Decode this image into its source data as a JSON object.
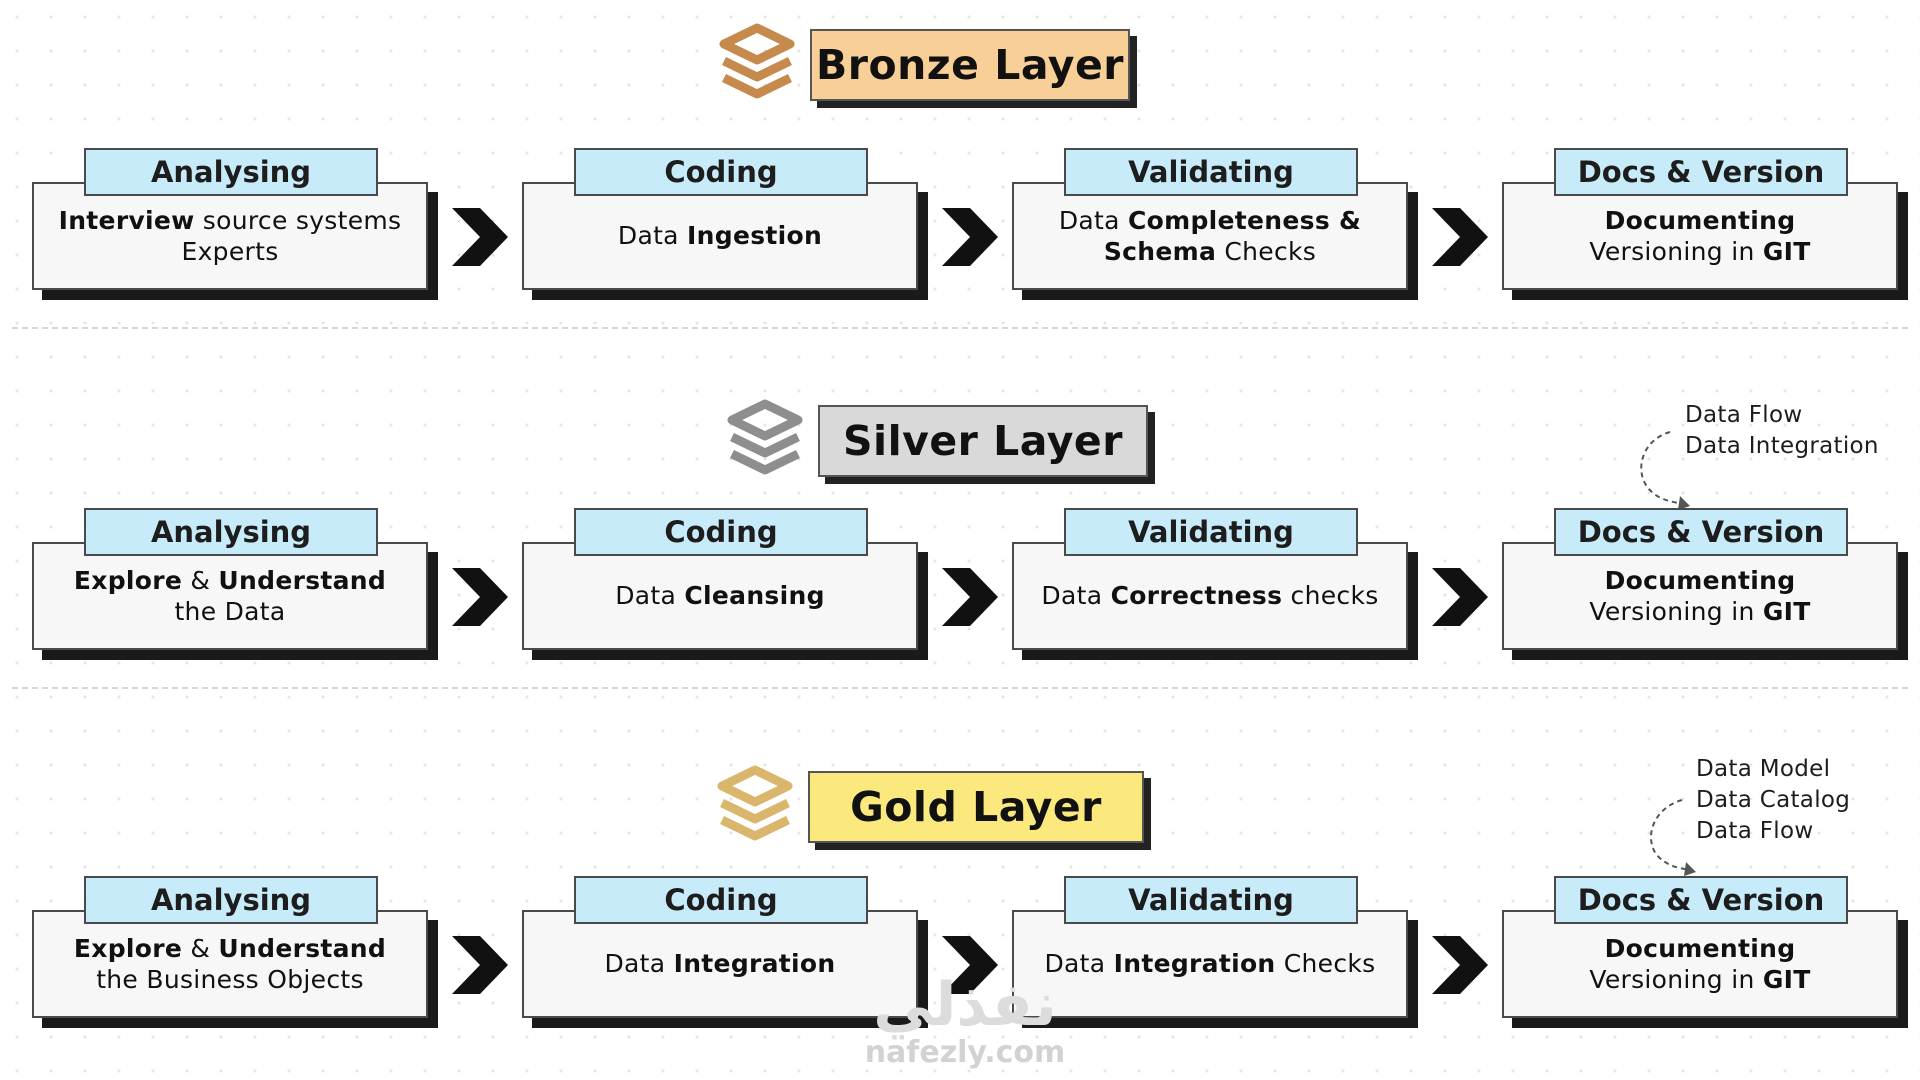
{
  "layers": [
    {
      "id": "bronze",
      "title": "Bronze Layer",
      "title_color": "#f8cf96",
      "icon_color": "#c68a4c",
      "steps": [
        {
          "header": "Analysing",
          "lines": [
            [
              {
                "t": "Interview",
                "b": true
              },
              {
                "t": " source systems",
                "b": false
              }
            ],
            [
              {
                "t": "Experts",
                "b": false
              }
            ]
          ]
        },
        {
          "header": "Coding",
          "lines": [
            [
              {
                "t": "Data ",
                "b": false
              },
              {
                "t": "Ingestion",
                "b": true
              }
            ]
          ]
        },
        {
          "header": "Validating",
          "lines": [
            [
              {
                "t": "Data ",
                "b": false
              },
              {
                "t": "Completeness &",
                "b": true
              }
            ],
            [
              {
                "t": "Schema",
                "b": true
              },
              {
                "t": " Checks",
                "b": false
              }
            ]
          ]
        },
        {
          "header": "Docs & Version",
          "lines": [
            [
              {
                "t": "Documenting",
                "b": true
              }
            ],
            [
              {
                "t": "Versioning in ",
                "b": false
              },
              {
                "t": "GIT",
                "b": true
              }
            ]
          ]
        }
      ]
    },
    {
      "id": "silver",
      "title": "Silver Layer",
      "title_color": "#d9d9d9",
      "icon_color": "#8e8e8e",
      "note": [
        "Data Flow",
        "Data Integration"
      ],
      "steps": [
        {
          "header": "Analysing",
          "lines": [
            [
              {
                "t": "Explore",
                "b": true
              },
              {
                "t": " & ",
                "b": false
              },
              {
                "t": "Understand",
                "b": true
              }
            ],
            [
              {
                "t": "the Data",
                "b": false
              }
            ]
          ]
        },
        {
          "header": "Coding",
          "lines": [
            [
              {
                "t": "Data ",
                "b": false
              },
              {
                "t": "Cleansing",
                "b": true
              }
            ]
          ]
        },
        {
          "header": "Validating",
          "lines": [
            [
              {
                "t": "Data ",
                "b": false
              },
              {
                "t": "Correctness",
                "b": true
              },
              {
                "t": " checks",
                "b": false
              }
            ]
          ]
        },
        {
          "header": "Docs & Version",
          "lines": [
            [
              {
                "t": "Documenting",
                "b": true
              }
            ],
            [
              {
                "t": "Versioning in ",
                "b": false
              },
              {
                "t": "GIT",
                "b": true
              }
            ]
          ]
        }
      ]
    },
    {
      "id": "gold",
      "title": "Gold Layer",
      "title_color": "#fbe97e",
      "icon_color": "#d9b66c",
      "note": [
        "Data Model",
        "Data Catalog",
        "Data Flow"
      ],
      "steps": [
        {
          "header": "Analysing",
          "lines": [
            [
              {
                "t": "Explore",
                "b": true
              },
              {
                "t": " & ",
                "b": false
              },
              {
                "t": "Understand",
                "b": true
              }
            ],
            [
              {
                "t": "the Business Objects",
                "b": false
              }
            ]
          ]
        },
        {
          "header": "Coding",
          "lines": [
            [
              {
                "t": "Data ",
                "b": false
              },
              {
                "t": "Integration",
                "b": true
              }
            ]
          ]
        },
        {
          "header": "Validating",
          "lines": [
            [
              {
                "t": "Data ",
                "b": false
              },
              {
                "t": "Integration",
                "b": true
              },
              {
                "t": " Checks",
                "b": false
              }
            ]
          ]
        },
        {
          "header": "Docs & Version",
          "lines": [
            [
              {
                "t": "Documenting",
                "b": true
              }
            ],
            [
              {
                "t": "Versioning in ",
                "b": false
              },
              {
                "t": "GIT",
                "b": true
              }
            ]
          ]
        }
      ]
    }
  ],
  "watermark": {
    "logo": "نفذلي",
    "url": "nafezly.com"
  }
}
